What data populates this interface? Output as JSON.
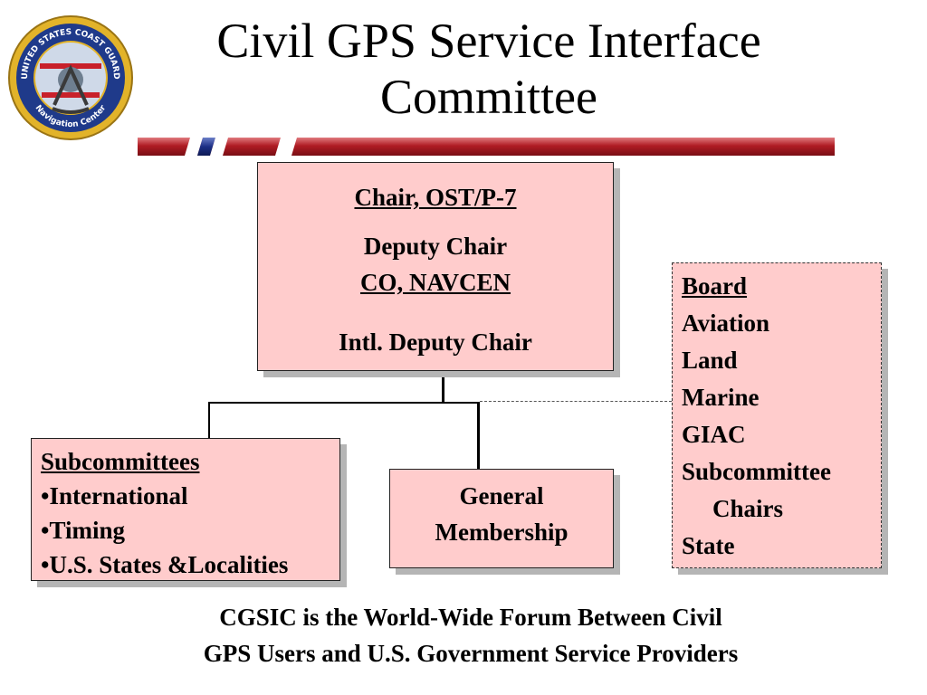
{
  "slide": {
    "title_line1": "Civil GPS Service Interface",
    "title_line2": "Committee",
    "logo": {
      "ring_text": "UNITED STATES COAST GUARD",
      "bottom_text": "Navigation Center",
      "colors": {
        "ring": "#e2b32a",
        "outer": "#1f3a8a",
        "inner_bg": "#cfd9e8"
      }
    }
  },
  "chair_box": {
    "chair": "Chair, OST/P-7",
    "deputy_label": "Deputy Chair",
    "deputy_org": "CO, NAVCEN",
    "intl": "Intl. Deputy Chair"
  },
  "subcommittees_box": {
    "heading": "Subcommittees",
    "items": [
      "•International",
      "•Timing",
      "•U.S. States &Localities"
    ]
  },
  "general_box": {
    "line1": "General",
    "line2": "Membership"
  },
  "board_box": {
    "heading": "Board",
    "items": [
      "Aviation",
      "Land",
      "Marine",
      "GIAC",
      "Subcommittee",
      "Chairs",
      "State"
    ]
  },
  "footer": {
    "line1": "CGSIC is the World-Wide Forum Between Civil",
    "line2": "GPS Users and U.S. Government Service Providers"
  },
  "colors": {
    "box_fill": "#ffcccc",
    "stripe_red": "#b01c24",
    "stripe_blue": "#1c2f86",
    "shadow": "#b5b5b5"
  }
}
